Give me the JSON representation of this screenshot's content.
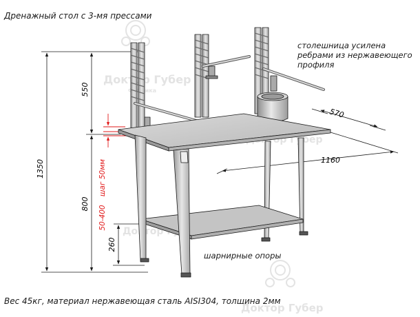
{
  "title": "Дренажный стол с 3-мя прессами",
  "note_lines": [
    "столешница усилена",
    "ребрами из нержавеющего",
    "профиля"
  ],
  "footer": "Вес 45кг, материал нержавеющая сталь AISI304, толщина 2мм",
  "hinge_label": "шарнирные опоры",
  "dimensions": {
    "total_height": "1350",
    "upper_height": "550",
    "table_height": "800",
    "shelf_height": "260",
    "width": "570",
    "length": "1160",
    "adjust_range": "50-400",
    "adjust_step": "шаг 50мм"
  },
  "watermark": {
    "brand": "Доктор Губер",
    "sub": "Фабрика"
  },
  "colors": {
    "line": "#1a1a1a",
    "metal": "#cfcfcf",
    "metal_dark": "#8a8a8a",
    "highlight": "#e11a1a",
    "watermark": "#e3e3e3"
  }
}
